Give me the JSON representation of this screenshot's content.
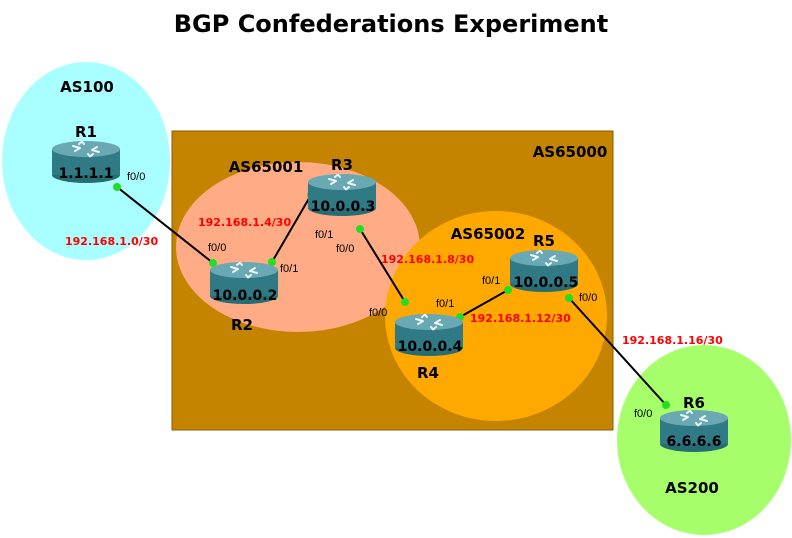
{
  "title": "BGP Confederations Experiment",
  "colors": {
    "as100": "#a9ffff",
    "as200": "#a6ff6a",
    "as65000": "#c48400",
    "as65001": "#ffab85",
    "as65002": "#ffa800",
    "router_body": "#2f7a84",
    "link": "#000000",
    "port": "#22dd22",
    "subnet_text": "#ff0000"
  },
  "areas": {
    "as100": "AS100",
    "as200": "AS200",
    "as65000": "AS65000",
    "as65001": "AS65001",
    "as65002": "AS65002"
  },
  "routers": {
    "r1": {
      "name": "R1",
      "id": "1.1.1.1"
    },
    "r2": {
      "name": "R2",
      "id": "10.0.0.2"
    },
    "r3": {
      "name": "R3",
      "id": "10.0.0.3"
    },
    "r4": {
      "name": "R4",
      "id": "10.0.0.4"
    },
    "r5": {
      "name": "R5",
      "id": "10.0.0.5"
    },
    "r6": {
      "name": "R6",
      "id": "6.6.6.6"
    }
  },
  "subnets": {
    "r1_r2": "192.168.1.0/30",
    "r2_r3": "192.168.1.4/30",
    "r3_r4": "192.168.1.8/30",
    "r4_r5": "192.168.1.12/30",
    "r5_r6": "192.168.1.16/30"
  },
  "interfaces": {
    "r1_f00": "f0/0",
    "r2_f00": "f0/0",
    "r2_f01": "f0/1",
    "r3_f01": "f0/1",
    "r3_f00": "f0/0",
    "r4_f00": "f0/0",
    "r4_f01": "f0/1",
    "r5_f01": "f0/1",
    "r5_f00": "f0/0",
    "r6_f00": "f0/0"
  },
  "links": [
    {
      "from": "R1",
      "to": "R2",
      "subnet": "192.168.1.0/30"
    },
    {
      "from": "R2",
      "to": "R3",
      "subnet": "192.168.1.4/30"
    },
    {
      "from": "R3",
      "to": "R4",
      "subnet": "192.168.1.8/30"
    },
    {
      "from": "R4",
      "to": "R5",
      "subnet": "192.168.1.12/30"
    },
    {
      "from": "R5",
      "to": "R6",
      "subnet": "192.168.1.16/30"
    }
  ]
}
